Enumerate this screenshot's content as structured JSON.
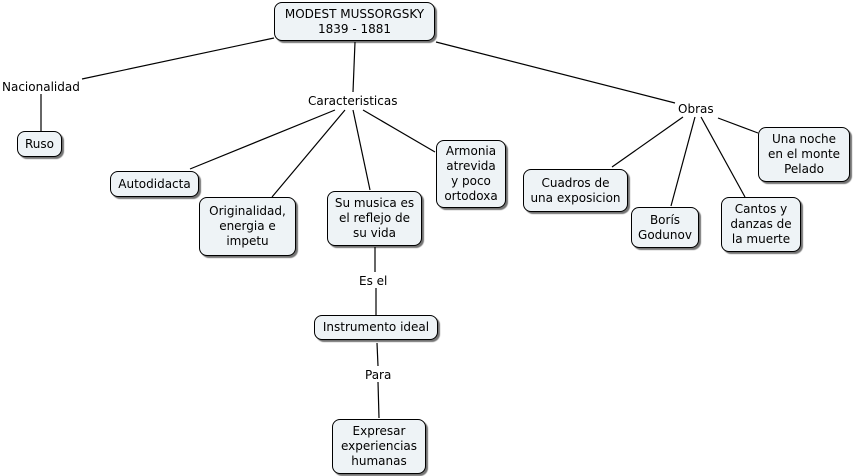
{
  "diagram": {
    "root": {
      "text": "MODEST MUSSORGSKY\n1839 - 1881"
    },
    "linking_phrases": {
      "nacionalidad": "Nacionalidad",
      "caracteristicas": "Caracteristicas",
      "obras": "Obras",
      "es_el": "Es el",
      "para": "Para"
    },
    "concepts": {
      "ruso": "Ruso",
      "autodidacta": "Autodidacta",
      "originalidad": "Originalidad,\nenergia e\nimpetu",
      "su_musica": "Su musica es\nel reflejo de\nsu vida",
      "armonia": "Armonia\natrevida\ny poco\nortodoxa",
      "instrumento": "Instrumento ideal",
      "expresar": "Expresar\nexperiencias\nhumanas",
      "cuadros": "Cuadros de\nuna exposicion",
      "boris": "Borís\nGodunov",
      "cantos": "Cantos y\ndanzas de\nla muerte",
      "noche": "Una noche\nen el monte\nPelado"
    },
    "colors": {
      "node_fill": "#eef3f6",
      "line": "#000000"
    }
  }
}
